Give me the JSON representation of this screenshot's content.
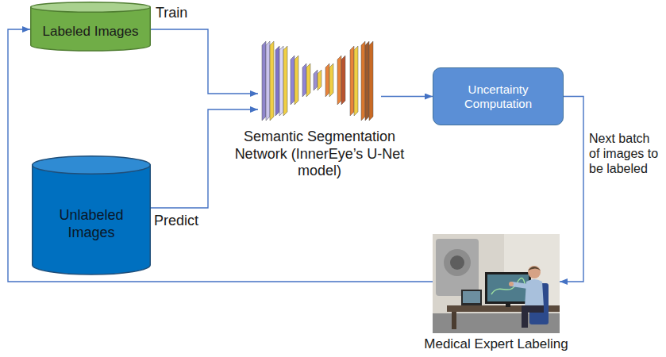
{
  "diagram": {
    "nodes": [
      {
        "text": [
          "Labeled Images"
        ]
      },
      {
        "text": [
          "Unlabeled Images"
        ]
      },
      {
        "text": [
          "Semantic Segmentation Network (InnerEye’s U-Net model)"
        ]
      },
      {
        "text": [
          "Uncertainty Computation"
        ]
      },
      {
        "text": [
          "Medical Expert Labeling"
        ]
      }
    ],
    "edges": [
      {
        "from": 0,
        "to": 2,
        "label": "Train",
        "arrow": "to"
      },
      {
        "from": 1,
        "to": 2,
        "label": "Predict",
        "arrow": "to"
      },
      {
        "from": 2,
        "to": 3,
        "arrow": "to"
      },
      {
        "from": 3,
        "to": 4,
        "label": "Next batch of images to be labeled",
        "arrow": "to"
      },
      {
        "from": 4,
        "to": 0,
        "arrow": "to"
      }
    ]
  }
}
